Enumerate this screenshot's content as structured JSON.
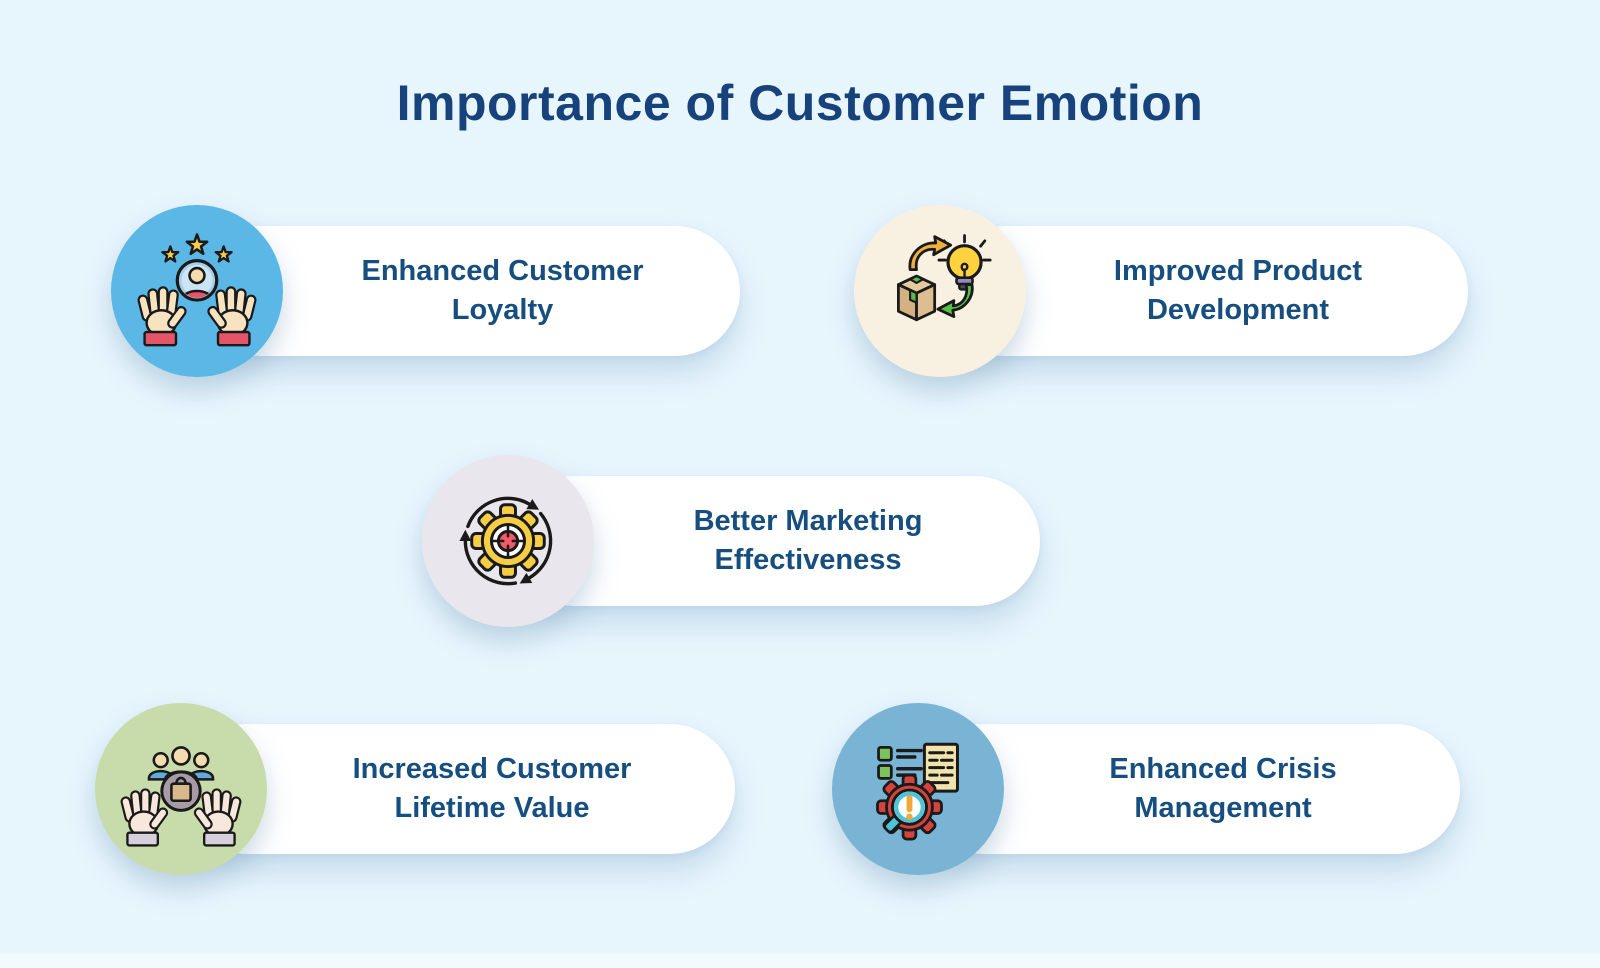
{
  "title": "Importance of Customer Emotion",
  "colors": {
    "background": "#E7F5FD",
    "title_text": "#17427C",
    "card_text": "#174E80",
    "pill_background": "#FFFFFF"
  },
  "cards": [
    {
      "label": "Enhanced Customer Loyalty",
      "icon": "hands-holding-customer-icon",
      "circle_color": "#5BB7E5"
    },
    {
      "label": "Improved Product Development",
      "icon": "box-to-idea-cycle-icon",
      "circle_color": "#F8F1E2"
    },
    {
      "label": "Better Marketing Effectiveness",
      "icon": "target-gear-arrows-icon",
      "circle_color": "#E9E7ED"
    },
    {
      "label": "Increased Customer Lifetime Value",
      "icon": "hands-holding-shoppers-icon",
      "circle_color": "#C8DBAA"
    },
    {
      "label": "Enhanced Crisis Management",
      "icon": "crisis-monitoring-gear-icon",
      "circle_color": "#7AB4D4"
    }
  ]
}
